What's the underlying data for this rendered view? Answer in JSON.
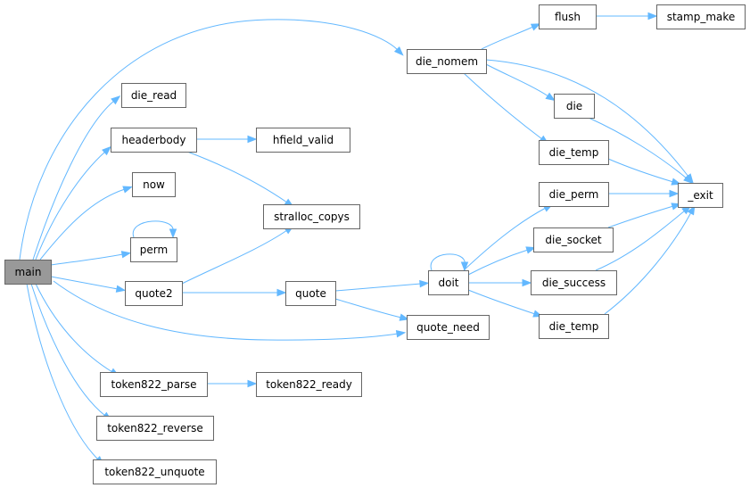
{
  "graph": {
    "nodes": {
      "main": {
        "label": "main"
      },
      "die_nomem": {
        "label": "die_nomem"
      },
      "flush": {
        "label": "flush"
      },
      "stamp_make": {
        "label": "stamp_make"
      },
      "die_read": {
        "label": "die_read"
      },
      "headerbody": {
        "label": "headerbody"
      },
      "hfield_valid": {
        "label": "hfield_valid"
      },
      "now": {
        "label": "now"
      },
      "stralloc_copys": {
        "label": "stralloc_copys"
      },
      "perm": {
        "label": "perm"
      },
      "quote2": {
        "label": "quote2"
      },
      "quote": {
        "label": "quote"
      },
      "doit": {
        "label": "doit"
      },
      "quote_need": {
        "label": "quote_need"
      },
      "die": {
        "label": "die"
      },
      "die_temp_1": {
        "label": "die_temp"
      },
      "die_perm": {
        "label": "die_perm"
      },
      "die_socket": {
        "label": "die_socket"
      },
      "die_success": {
        "label": "die_success"
      },
      "die_temp_2": {
        "label": "die_temp"
      },
      "exit": {
        "label": "_exit"
      },
      "token822_parse": {
        "label": "token822_parse"
      },
      "token822_ready": {
        "label": "token822_ready"
      },
      "token822_reverse": {
        "label": "token822_reverse"
      },
      "token822_unquote": {
        "label": "token822_unquote"
      }
    },
    "edges": [
      {
        "from": "main",
        "to": "die_nomem"
      },
      {
        "from": "main",
        "to": "die_read"
      },
      {
        "from": "main",
        "to": "headerbody"
      },
      {
        "from": "main",
        "to": "now"
      },
      {
        "from": "main",
        "to": "perm"
      },
      {
        "from": "main",
        "to": "quote2"
      },
      {
        "from": "main",
        "to": "quote_need"
      },
      {
        "from": "main",
        "to": "token822_parse"
      },
      {
        "from": "main",
        "to": "token822_reverse"
      },
      {
        "from": "main",
        "to": "token822_unquote"
      },
      {
        "from": "perm",
        "to": "perm"
      },
      {
        "from": "headerbody",
        "to": "hfield_valid"
      },
      {
        "from": "headerbody",
        "to": "stralloc_copys"
      },
      {
        "from": "quote2",
        "to": "stralloc_copys"
      },
      {
        "from": "quote2",
        "to": "quote"
      },
      {
        "from": "quote",
        "to": "doit"
      },
      {
        "from": "quote",
        "to": "quote_need"
      },
      {
        "from": "doit",
        "to": "doit"
      },
      {
        "from": "doit",
        "to": "die_perm"
      },
      {
        "from": "doit",
        "to": "die_socket"
      },
      {
        "from": "doit",
        "to": "die_success"
      },
      {
        "from": "doit",
        "to": "die_temp_2"
      },
      {
        "from": "die_nomem",
        "to": "flush"
      },
      {
        "from": "die_nomem",
        "to": "die"
      },
      {
        "from": "die_nomem",
        "to": "die_temp_1"
      },
      {
        "from": "die_nomem",
        "to": "exit"
      },
      {
        "from": "flush",
        "to": "stamp_make"
      },
      {
        "from": "die",
        "to": "exit"
      },
      {
        "from": "die_temp_1",
        "to": "exit"
      },
      {
        "from": "die_perm",
        "to": "exit"
      },
      {
        "from": "die_socket",
        "to": "exit"
      },
      {
        "from": "die_success",
        "to": "exit"
      },
      {
        "from": "die_temp_2",
        "to": "exit"
      },
      {
        "from": "token822_parse",
        "to": "token822_ready"
      }
    ]
  }
}
